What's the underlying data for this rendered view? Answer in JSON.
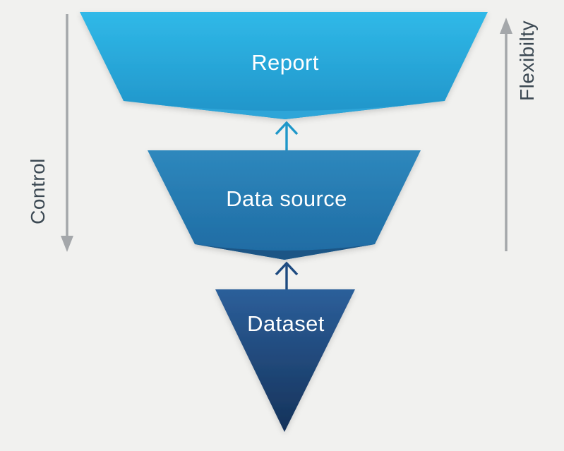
{
  "diagram_type": "inverted-funnel",
  "background": "#f1f1ef",
  "levels": [
    {
      "name": "report",
      "label": "Report",
      "fill_top": "#30b9e8",
      "fill_bottom": "#2093c8",
      "fold": "#2ea5d8"
    },
    {
      "name": "data-source",
      "label": "Data source",
      "fill_top": "#2e88bd",
      "fill_bottom": "#1e6aa2",
      "fold": "#1a5585"
    },
    {
      "name": "dataset",
      "label": "Dataset",
      "fill_top": "#2c5f9a",
      "fill_bottom": "#15325a"
    }
  ],
  "flow_arrows": [
    {
      "from": "dataset",
      "to": "data-source",
      "color": "#1d4a80",
      "direction": "up"
    },
    {
      "from": "data-source",
      "to": "report",
      "color": "#1e97c9",
      "direction": "up"
    }
  ],
  "axes": {
    "left": {
      "label": "Control",
      "arrow_direction": "down"
    },
    "right": {
      "label": "Flexibilty",
      "arrow_direction": "up"
    }
  },
  "axis_style": {
    "arrow_color": "#a4a7aa",
    "label_color": "#3c4953"
  },
  "shape_label_color": "#ffffff"
}
